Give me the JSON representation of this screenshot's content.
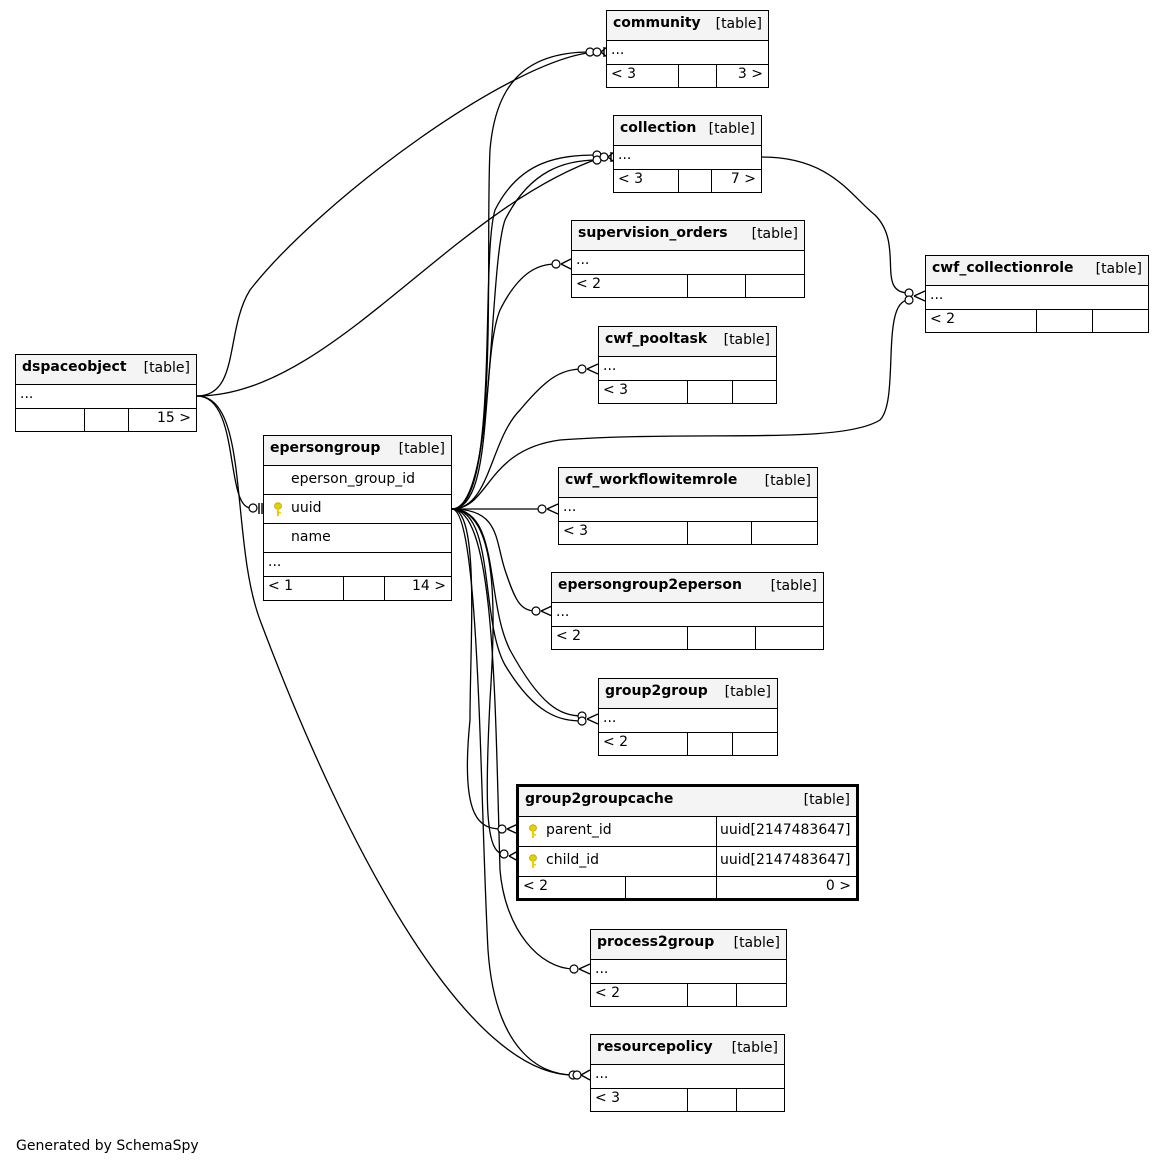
{
  "type_label": "[table]",
  "ellipsis": "...",
  "footer_note": "Generated by SchemaSpy",
  "tables": {
    "community": {
      "name": "community",
      "left": "< 3",
      "right": "3 >"
    },
    "collection": {
      "name": "collection",
      "left": "< 3",
      "right": "7 >"
    },
    "supervision_orders": {
      "name": "supervision_orders",
      "left": "< 2",
      "right": ""
    },
    "cwf_pooltask": {
      "name": "cwf_pooltask",
      "left": "< 3",
      "right": ""
    },
    "cwf_collectionrole": {
      "name": "cwf_collectionrole",
      "left": "< 2",
      "right": ""
    },
    "dspaceobject": {
      "name": "dspaceobject",
      "left": "",
      "right": "15 >"
    },
    "epersongroup": {
      "name": "epersongroup",
      "columns": [
        {
          "name": "eperson_group_id",
          "key": false
        },
        {
          "name": "uuid",
          "key": true
        },
        {
          "name": "name",
          "key": false
        }
      ],
      "left": "< 1",
      "right": "14 >"
    },
    "cwf_workflowitemrole": {
      "name": "cwf_workflowitemrole",
      "left": "< 3",
      "right": ""
    },
    "epersongroup2eperson": {
      "name": "epersongroup2eperson",
      "left": "< 2",
      "right": ""
    },
    "group2group": {
      "name": "group2group",
      "left": "< 2",
      "right": ""
    },
    "group2groupcache": {
      "name": "group2groupcache",
      "columns": [
        {
          "name": "parent_id",
          "type": "uuid[2147483647]",
          "key": true
        },
        {
          "name": "child_id",
          "type": "uuid[2147483647]",
          "key": true
        }
      ],
      "left": "< 2",
      "right": "0 >"
    },
    "process2group": {
      "name": "process2group",
      "left": "< 2",
      "right": ""
    },
    "resourcepolicy": {
      "name": "resourcepolicy",
      "left": "< 3",
      "right": ""
    }
  }
}
